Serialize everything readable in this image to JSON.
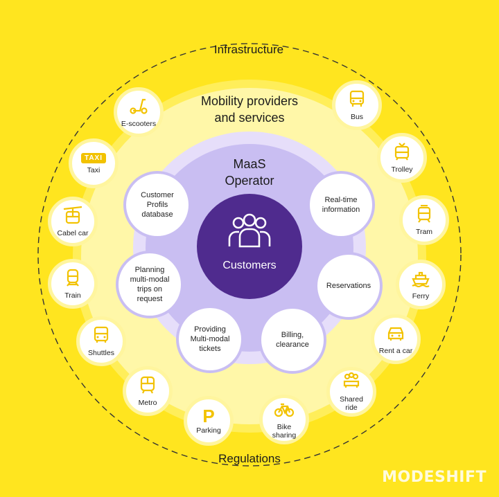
{
  "outer_ring": {
    "top_label": "Infrastructure",
    "bottom_label": "Regulations"
  },
  "providers_ring": {
    "title_line1": "Mobility providers",
    "title_line2": "and services"
  },
  "operator_ring": {
    "title_line1": "MaaS",
    "title_line2": "Operator"
  },
  "core": {
    "label": "Customers"
  },
  "services": [
    {
      "id": "customer-profils-database",
      "lines": [
        "Customer",
        "Profils",
        "database"
      ]
    },
    {
      "id": "real-time-information",
      "lines": [
        "Real-time",
        "information"
      ]
    },
    {
      "id": "planning-multi-modal-trips",
      "lines": [
        "Planning",
        "multi-modal",
        "trips on",
        "request"
      ]
    },
    {
      "id": "reservations",
      "lines": [
        "Reservations"
      ]
    },
    {
      "id": "providing-multi-modal-tickets",
      "lines": [
        "Providing",
        "Multi-modal",
        "tickets"
      ]
    },
    {
      "id": "billing-clearance",
      "lines": [
        "Billing,",
        "clearance"
      ]
    }
  ],
  "providers": [
    {
      "id": "e-scooters",
      "label": "E-scooters",
      "icon": "scooter-icon"
    },
    {
      "id": "bus",
      "label": "Bus",
      "icon": "bus-icon"
    },
    {
      "id": "taxi",
      "label": "Taxi",
      "icon": "taxi-icon",
      "icon_text": "TAXI"
    },
    {
      "id": "trolley",
      "label": "Trolley",
      "icon": "trolley-icon"
    },
    {
      "id": "cabel-car",
      "label": "Cabel car",
      "icon": "cable-car-icon"
    },
    {
      "id": "tram",
      "label": "Tram",
      "icon": "tram-icon"
    },
    {
      "id": "train",
      "label": "Train",
      "icon": "train-icon"
    },
    {
      "id": "ferry",
      "label": "Ferry",
      "icon": "ferry-icon"
    },
    {
      "id": "shuttles",
      "label": "Shuttles",
      "icon": "shuttle-icon"
    },
    {
      "id": "rent-a-car",
      "label": "Rent a car",
      "icon": "car-icon"
    },
    {
      "id": "metro",
      "label": "Metro",
      "icon": "metro-icon"
    },
    {
      "id": "shared-ride",
      "label": "Shared ride",
      "icon": "shared-ride-icon",
      "lines": [
        "Shared",
        "ride"
      ]
    },
    {
      "id": "parking",
      "label": "Parking",
      "icon": "parking-icon",
      "icon_text": "P"
    },
    {
      "id": "bike-sharing",
      "label": "Bike sharing",
      "icon": "bike-icon",
      "lines": [
        "Bike",
        "sharing"
      ]
    }
  ],
  "brand": {
    "name": "MODESHIFT"
  },
  "colors": {
    "background": "#FFE51F",
    "providers_ring": "#FFF59E",
    "operator_ring": "#C9BEF2",
    "core": "#4F2B8E",
    "icon": "#F2C200",
    "dashed_line": "#333333"
  }
}
